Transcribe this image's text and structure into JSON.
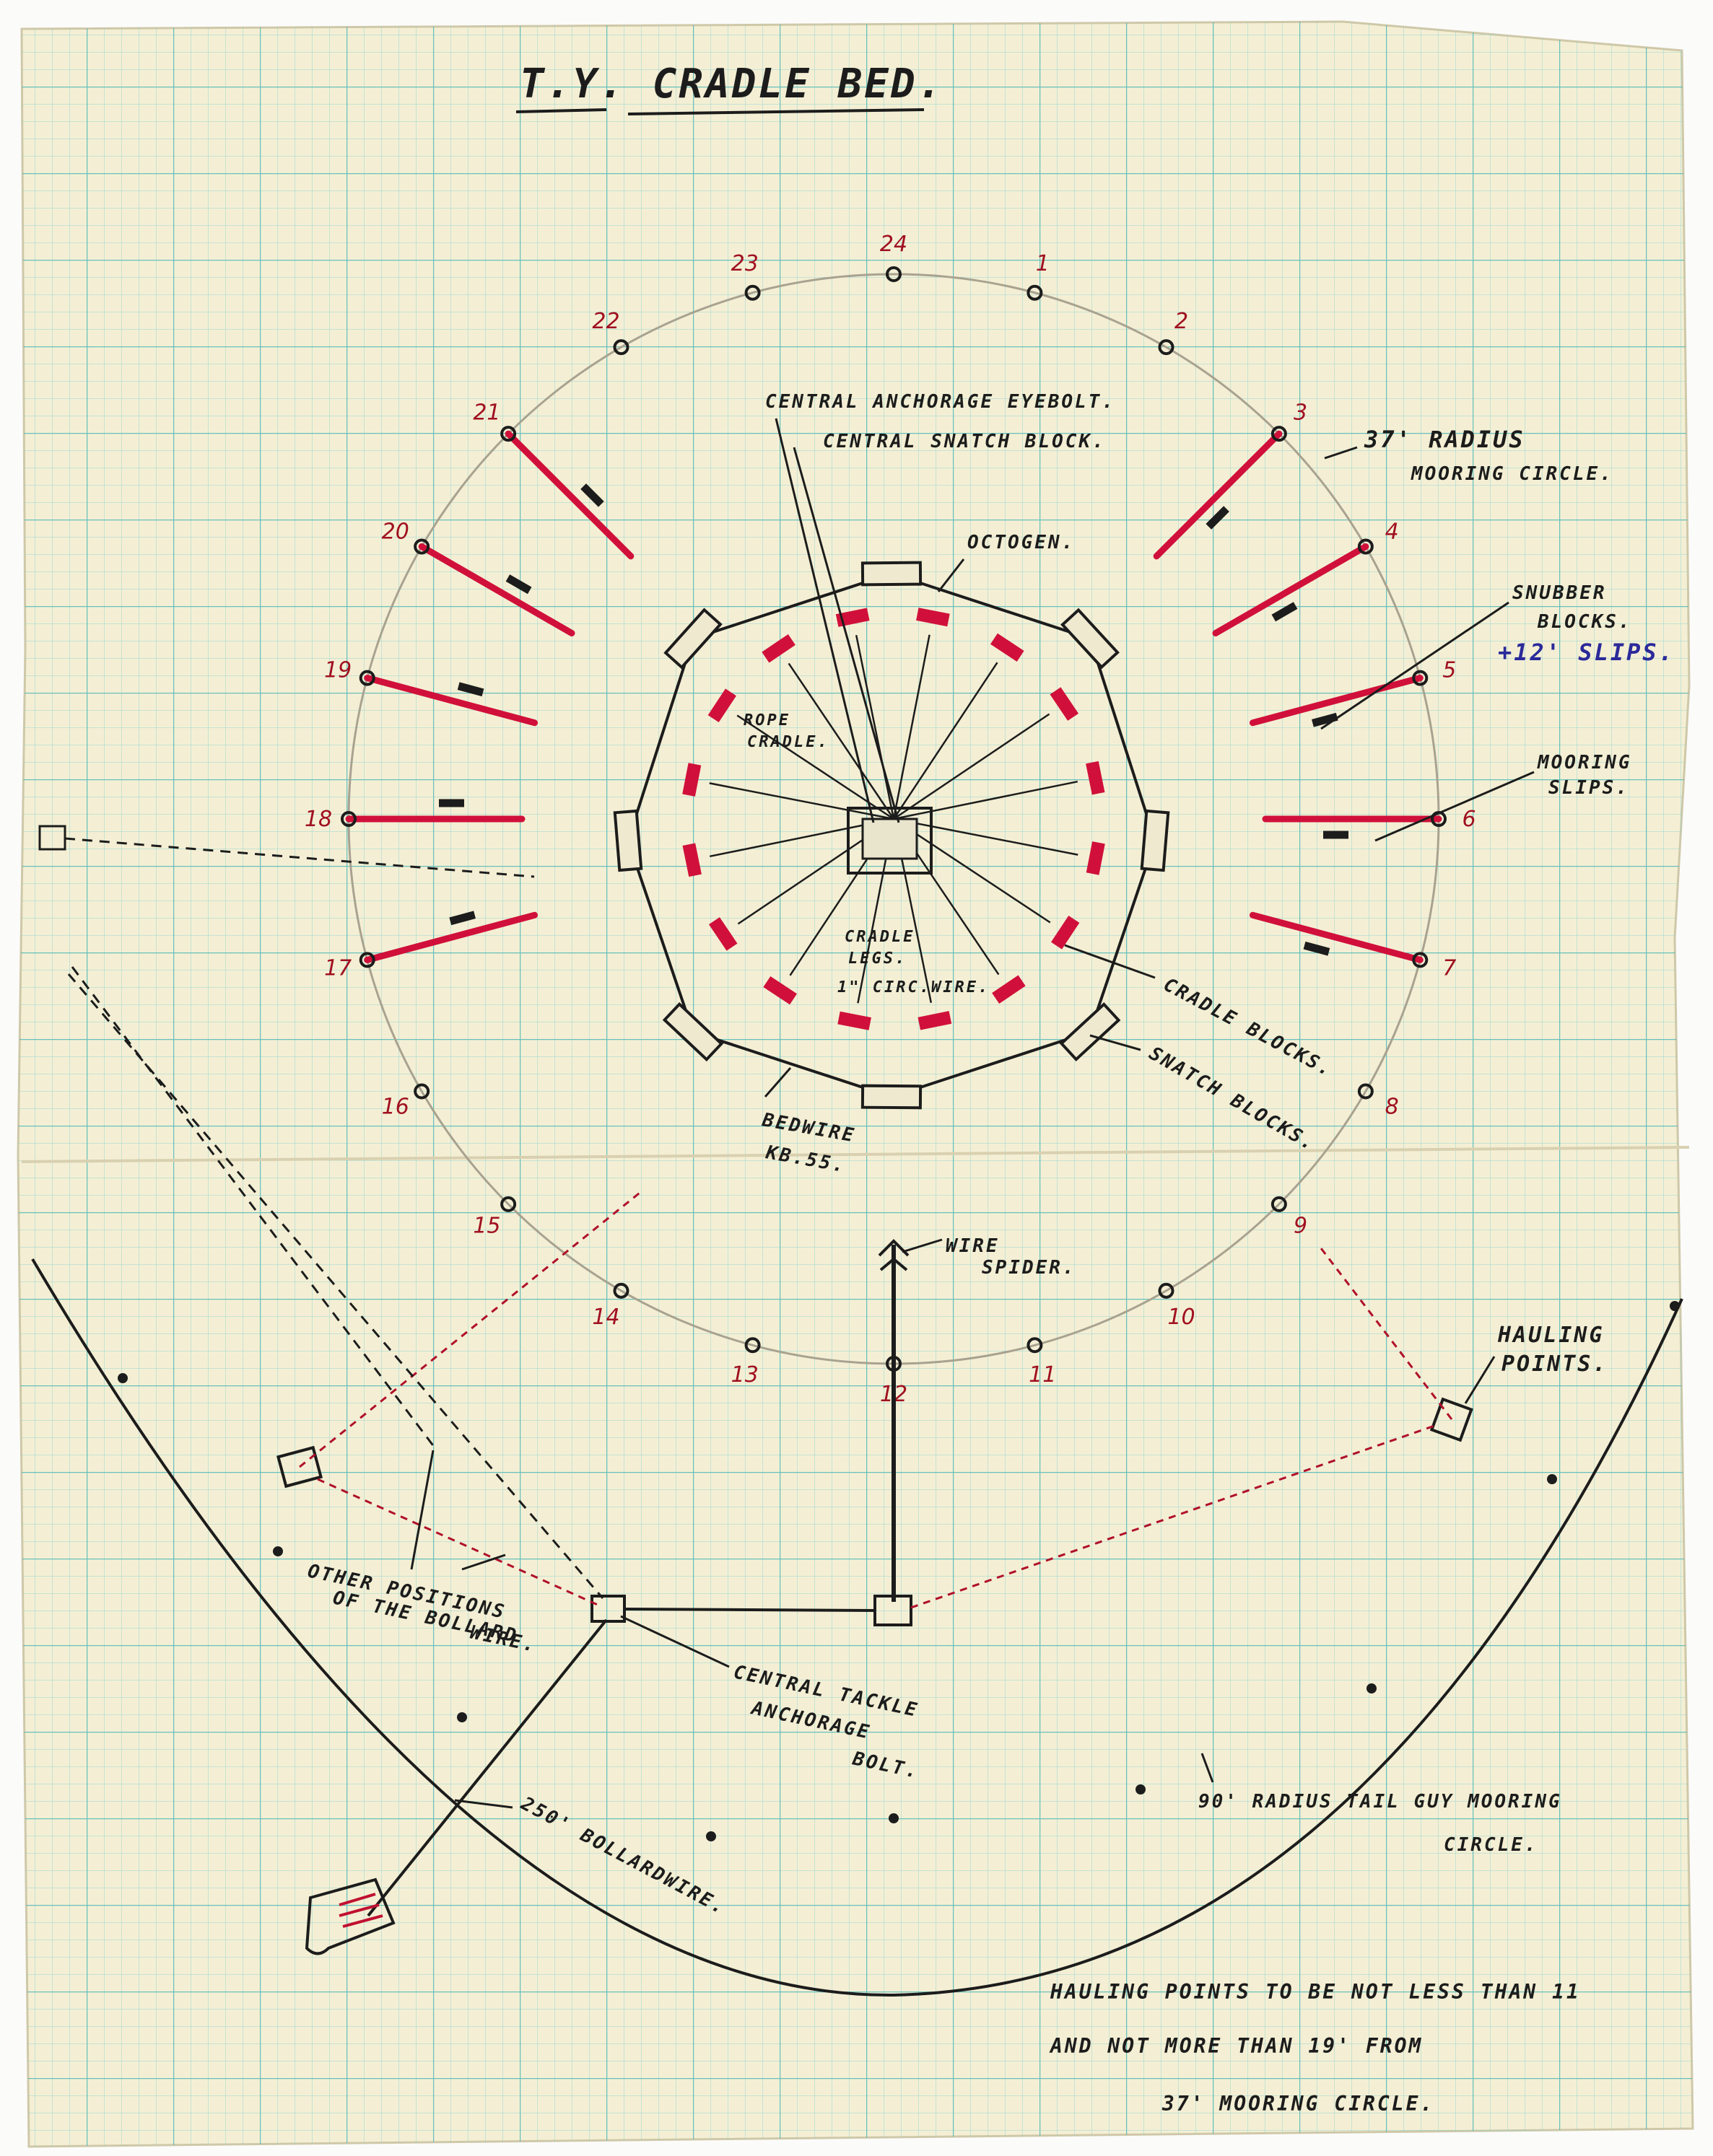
{
  "title": "T.Y. CRADLE BED.",
  "labels": {
    "central_eyebolt": "CENTRAL ANCHORAGE EYEBOLT.",
    "central_snatch": "CENTRAL SNATCH BLOCK.",
    "octogen": "OCTOGEN.",
    "radius37_a": "37' RADIUS",
    "radius37_b": "MOORING CIRCLE.",
    "snubber_a": "SNUBBER",
    "snubber_b": "BLOCKS.",
    "slips12": "+12' SLIPS.",
    "mooring_slips_a": "MOORING",
    "mooring_slips_b": "SLIPS.",
    "rope_cradle_a": "ROPE",
    "rope_cradle_b": "CRADLE.",
    "cradle_legs_a": "CRADLE",
    "cradle_legs_b": "LEGS.",
    "cradle_legs_c": "1\" CIRC.WIRE.",
    "cradle_blocks": "CRADLE BLOCKS.",
    "snatch_blocks": "SNATCH BLOCKS.",
    "bedwire_a": "BEDWIRE",
    "bedwire_b": "KB.55.",
    "wire_spider_a": "WIRE",
    "wire_spider_b": "SPIDER.",
    "hauling_a": "HAULING",
    "hauling_b": "POINTS.",
    "other_pos_a": "OTHER POSITIONS",
    "other_pos_b": "OF THE BOLLARD",
    "other_pos_c": "WIRE.",
    "central_tackle_a": "CENTRAL TACKLE",
    "central_tackle_b": "ANCHORAGE",
    "central_tackle_c": "BOLT.",
    "bollard_wire": "250' BOLLARDWIRE.",
    "radius90_a": "90' RADIUS TAIL GUY MOORING",
    "radius90_b": "CIRCLE.",
    "note_a": "HAULING POINTS TO BE NOT LESS THAN 11",
    "note_b": "AND NOT MORE THAN 19' FROM",
    "note_c": "37' MOORING CIRCLE."
  },
  "points": [
    {
      "n": "24"
    },
    {
      "n": "1"
    },
    {
      "n": "2"
    },
    {
      "n": "3"
    },
    {
      "n": "4"
    },
    {
      "n": "5"
    },
    {
      "n": "6"
    },
    {
      "n": "7"
    },
    {
      "n": "8"
    },
    {
      "n": "9"
    },
    {
      "n": "10"
    },
    {
      "n": "11"
    },
    {
      "n": "12"
    },
    {
      "n": "13"
    },
    {
      "n": "14"
    },
    {
      "n": "15"
    },
    {
      "n": "16"
    },
    {
      "n": "17"
    },
    {
      "n": "18"
    },
    {
      "n": "19"
    },
    {
      "n": "20"
    },
    {
      "n": "21"
    },
    {
      "n": "22"
    },
    {
      "n": "23"
    }
  ],
  "colors": {
    "paper": "#f4efd4",
    "grid": "#5fc3c3",
    "ink": "#1c1c1c",
    "red": "#d0103a",
    "pencil": "#a09a88",
    "blue": "#2a2a9a"
  }
}
